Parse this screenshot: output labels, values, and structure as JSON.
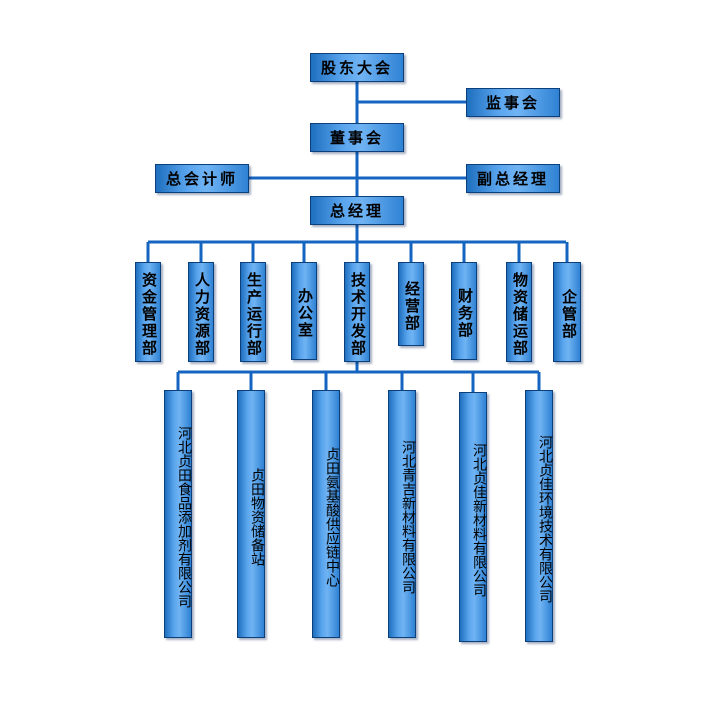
{
  "top": {
    "shareholders": "股东大会",
    "supervisory": "监事会",
    "board": "董事会",
    "chief_accountant": "总会计师",
    "deputy_gm": "副总经理",
    "gm": "总经理"
  },
  "departments": [
    "资金管理部",
    "人力资源部",
    "生产运行部",
    "办公室",
    "技术开发部",
    "经营部",
    "财务部",
    "物资储运部",
    "企管部"
  ],
  "subsidiaries": [
    "河北贞田食品添加剂有限公司",
    "贞田物资储备站",
    "贞田氨基酸供应链中心",
    "河北青吉新材料有限公司",
    "河北贞佳新材料有限公司",
    "河北贞佳环境技术有限公司"
  ],
  "colors": {
    "box_fill": "#5aa5ee",
    "box_border": "#0d3f7a",
    "line": "#1565c0"
  }
}
